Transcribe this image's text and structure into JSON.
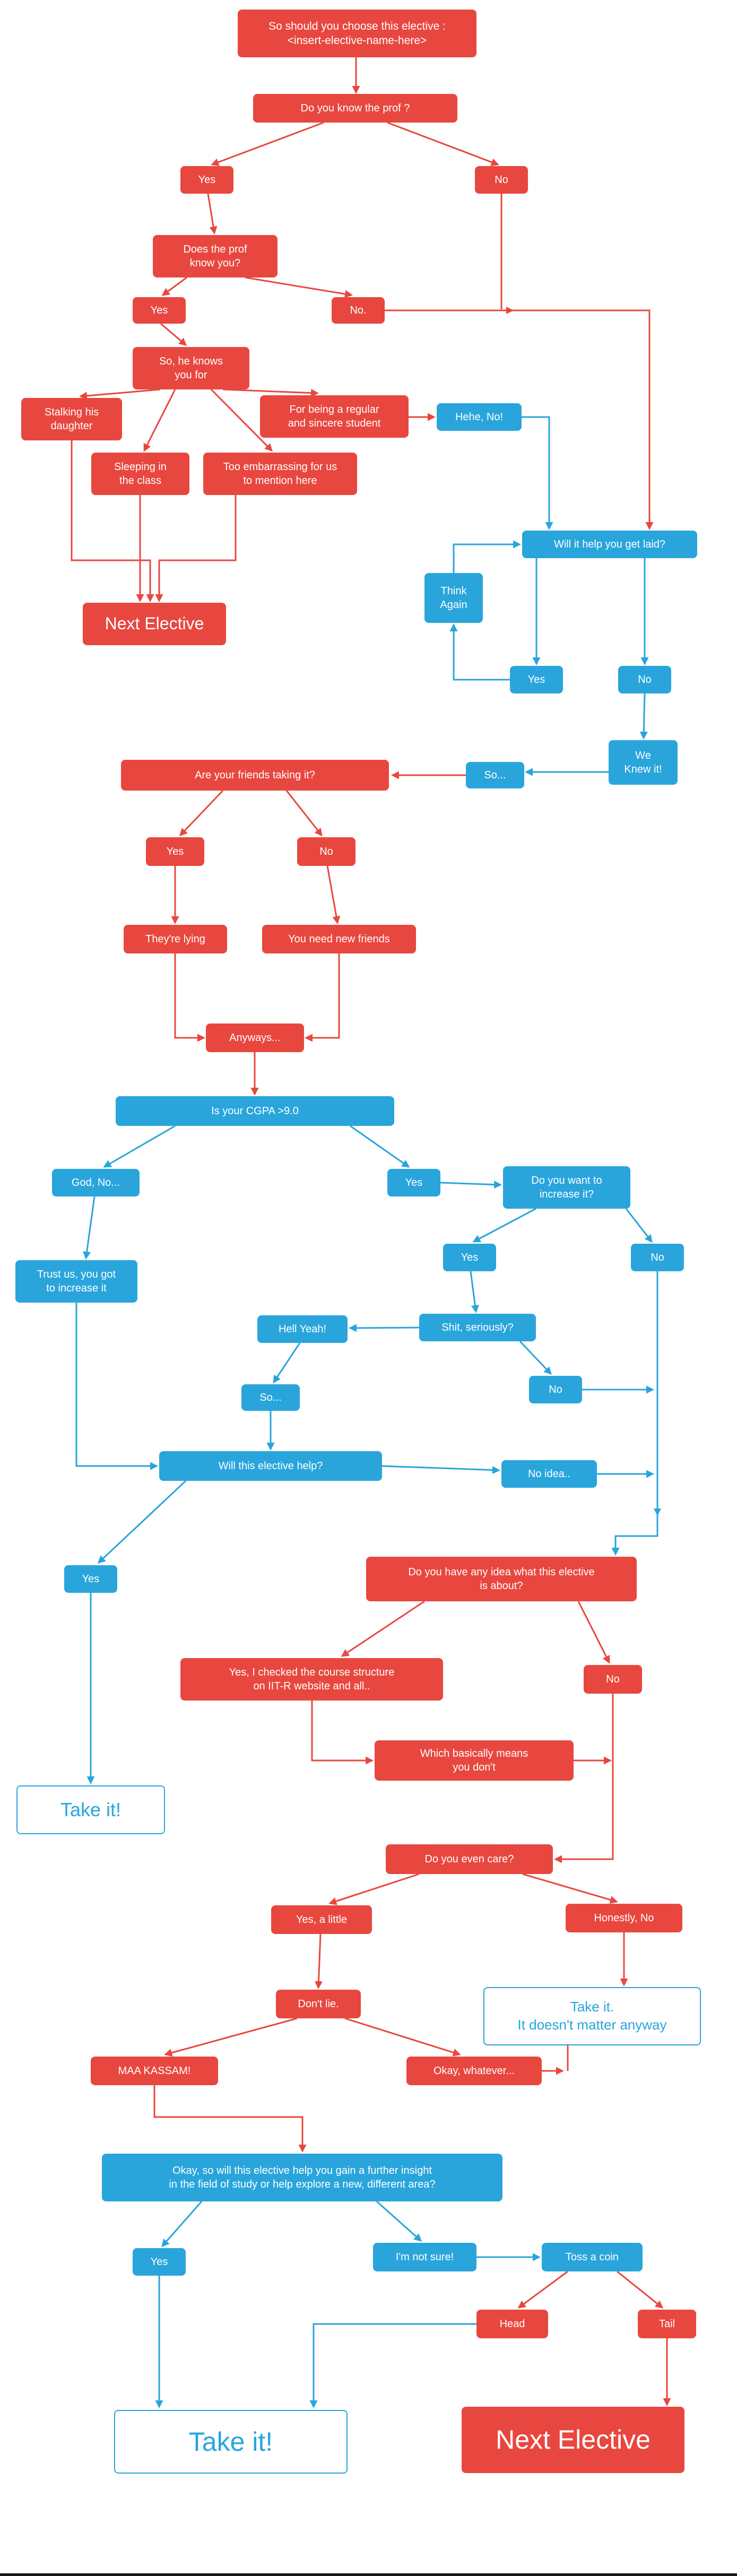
{
  "colors": {
    "red": "#e8473f",
    "blue": "#29a5dc",
    "background": "#ffffff",
    "outline_text": "#29a5dc"
  },
  "nodes": {
    "title": {
      "label": "So should you choose this elective :\n<insert-elective-name-here>"
    },
    "know_prof": {
      "label": "Do you know the prof ?"
    },
    "yes_prof": {
      "label": "Yes"
    },
    "no_prof": {
      "label": "No"
    },
    "prof_know_you": {
      "label": "Does the prof\nknow you?"
    },
    "yes_knows": {
      "label": "Yes"
    },
    "no_knows": {
      "label": "No."
    },
    "knows_you_for": {
      "label": "So, he knows\nyou for"
    },
    "stalking": {
      "label": "Stalking his\ndaughter"
    },
    "regular_student": {
      "label": "For being a regular\nand sincere student"
    },
    "sleeping": {
      "label": "Sleeping in\nthe class"
    },
    "embarrassing": {
      "label": "Too embarrassing for us\nto mention here"
    },
    "hehe_no": {
      "label": "Hehe, No!"
    },
    "next_elective_1": {
      "label": "Next Elective"
    },
    "get_laid": {
      "label": "Will it help you get laid?"
    },
    "think_again": {
      "label": "Think\nAgain"
    },
    "yes_laid": {
      "label": "Yes"
    },
    "no_laid": {
      "label": "No"
    },
    "we_knew_it": {
      "label": "We\nKnew it!"
    },
    "so_1": {
      "label": "So..."
    },
    "friends_taking": {
      "label": "Are your friends taking it?"
    },
    "yes_friends": {
      "label": "Yes"
    },
    "no_friends": {
      "label": "No"
    },
    "theyre_lying": {
      "label": "They're lying"
    },
    "new_friends": {
      "label": "You need new friends"
    },
    "anyways": {
      "label": "Anyways..."
    },
    "cgpa": {
      "label": "Is your CGPA >9.0"
    },
    "god_no": {
      "label": "God, No..."
    },
    "yes_cgpa": {
      "label": "Yes"
    },
    "want_increase": {
      "label": "Do you want to\nincrease it?"
    },
    "trust_us": {
      "label": "Trust us, you got\nto increase it"
    },
    "yes_increase": {
      "label": "Yes"
    },
    "no_increase": {
      "label": "No"
    },
    "hell_yeah": {
      "label": "Hell Yeah!"
    },
    "shit_seriously": {
      "label": "Shit, seriously?"
    },
    "no_serious": {
      "label": "No"
    },
    "so_2": {
      "label": "So..."
    },
    "elective_help": {
      "label": "Will this elective help?"
    },
    "no_idea": {
      "label": "No idea.."
    },
    "yes_help": {
      "label": "Yes"
    },
    "any_idea": {
      "label": "Do you have any idea what this elective\nis about?"
    },
    "checked_structure": {
      "label": "Yes, I checked the course structure\non IIT-R website and all.."
    },
    "no_idea2": {
      "label": "No"
    },
    "basically_means": {
      "label": "Which basically means\nyou don't"
    },
    "take_it_1": {
      "label": "Take it!"
    },
    "even_care": {
      "label": "Do you even care?"
    },
    "yes_little": {
      "label": "Yes, a little"
    },
    "honestly_no": {
      "label": "Honestly, No"
    },
    "dont_lie": {
      "label": "Don't lie."
    },
    "take_it_2": {
      "label": "Take it.\nIt doesn't matter anyway"
    },
    "maa_kassam": {
      "label": "MAA KASSAM!"
    },
    "okay_whatever": {
      "label": "Okay, whatever..."
    },
    "insight": {
      "label": "Okay, so will this elective help you gain a further insight\nin the field of study or help explore a new, different area?"
    },
    "yes_insight": {
      "label": "Yes"
    },
    "not_sure": {
      "label": "I'm not sure!"
    },
    "toss_coin": {
      "label": "Toss a coin"
    },
    "head": {
      "label": "Head"
    },
    "tail": {
      "label": "Tail"
    },
    "take_it_3": {
      "label": "Take it!"
    },
    "next_elective_2": {
      "label": "Next Elective"
    }
  },
  "edges": [
    [
      "title",
      "know_prof"
    ],
    [
      "know_prof",
      "yes_prof"
    ],
    [
      "know_prof",
      "no_prof"
    ],
    [
      "yes_prof",
      "prof_know_you"
    ],
    [
      "prof_know_you",
      "yes_knows"
    ],
    [
      "prof_know_you",
      "no_knows"
    ],
    [
      "yes_knows",
      "knows_you_for"
    ],
    [
      "knows_you_for",
      "stalking"
    ],
    [
      "knows_you_for",
      "regular_student"
    ],
    [
      "knows_you_for",
      "sleeping"
    ],
    [
      "knows_you_for",
      "embarrassing"
    ],
    [
      "regular_student",
      "hehe_no"
    ],
    [
      "stalking",
      "next_elective_1"
    ],
    [
      "sleeping",
      "next_elective_1"
    ],
    [
      "embarrassing",
      "next_elective_1"
    ],
    [
      "no_knows",
      "get_laid"
    ],
    [
      "no_prof",
      "get_laid"
    ],
    [
      "hehe_no",
      "get_laid"
    ],
    [
      "get_laid",
      "yes_laid"
    ],
    [
      "get_laid",
      "no_laid"
    ],
    [
      "yes_laid",
      "think_again"
    ],
    [
      "think_again",
      "get_laid"
    ],
    [
      "no_laid",
      "we_knew_it"
    ],
    [
      "we_knew_it",
      "so_1"
    ],
    [
      "so_1",
      "friends_taking"
    ],
    [
      "friends_taking",
      "yes_friends"
    ],
    [
      "friends_taking",
      "no_friends"
    ],
    [
      "yes_friends",
      "theyre_lying"
    ],
    [
      "no_friends",
      "new_friends"
    ],
    [
      "theyre_lying",
      "anyways"
    ],
    [
      "new_friends",
      "anyways"
    ],
    [
      "anyways",
      "cgpa"
    ],
    [
      "cgpa",
      "god_no"
    ],
    [
      "cgpa",
      "yes_cgpa"
    ],
    [
      "yes_cgpa",
      "want_increase"
    ],
    [
      "god_no",
      "trust_us"
    ],
    [
      "trust_us",
      "elective_help"
    ],
    [
      "want_increase",
      "yes_increase"
    ],
    [
      "want_increase",
      "no_increase"
    ],
    [
      "yes_increase",
      "shit_seriously"
    ],
    [
      "shit_seriously",
      "hell_yeah"
    ],
    [
      "shit_seriously",
      "no_serious"
    ],
    [
      "hell_yeah",
      "so_2"
    ],
    [
      "so_2",
      "elective_help"
    ],
    [
      "no_serious",
      "any_idea"
    ],
    [
      "no_increase",
      "any_idea"
    ],
    [
      "no_idea",
      "any_idea"
    ],
    [
      "elective_help",
      "no_idea"
    ],
    [
      "elective_help",
      "yes_help"
    ],
    [
      "yes_help",
      "take_it_1"
    ],
    [
      "any_idea",
      "checked_structure"
    ],
    [
      "any_idea",
      "no_idea2"
    ],
    [
      "checked_structure",
      "basically_means"
    ],
    [
      "basically_means",
      "even_care"
    ],
    [
      "no_idea2",
      "even_care"
    ],
    [
      "even_care",
      "yes_little"
    ],
    [
      "even_care",
      "honestly_no"
    ],
    [
      "yes_little",
      "dont_lie"
    ],
    [
      "honestly_no",
      "take_it_2"
    ],
    [
      "dont_lie",
      "maa_kassam"
    ],
    [
      "dont_lie",
      "okay_whatever"
    ],
    [
      "okay_whatever",
      "take_it_2"
    ],
    [
      "maa_kassam",
      "insight"
    ],
    [
      "insight",
      "yes_insight"
    ],
    [
      "insight",
      "not_sure"
    ],
    [
      "yes_insight",
      "take_it_3"
    ],
    [
      "not_sure",
      "toss_coin"
    ],
    [
      "toss_coin",
      "head"
    ],
    [
      "toss_coin",
      "tail"
    ],
    [
      "head",
      "take_it_3"
    ],
    [
      "tail",
      "next_elective_2"
    ]
  ]
}
